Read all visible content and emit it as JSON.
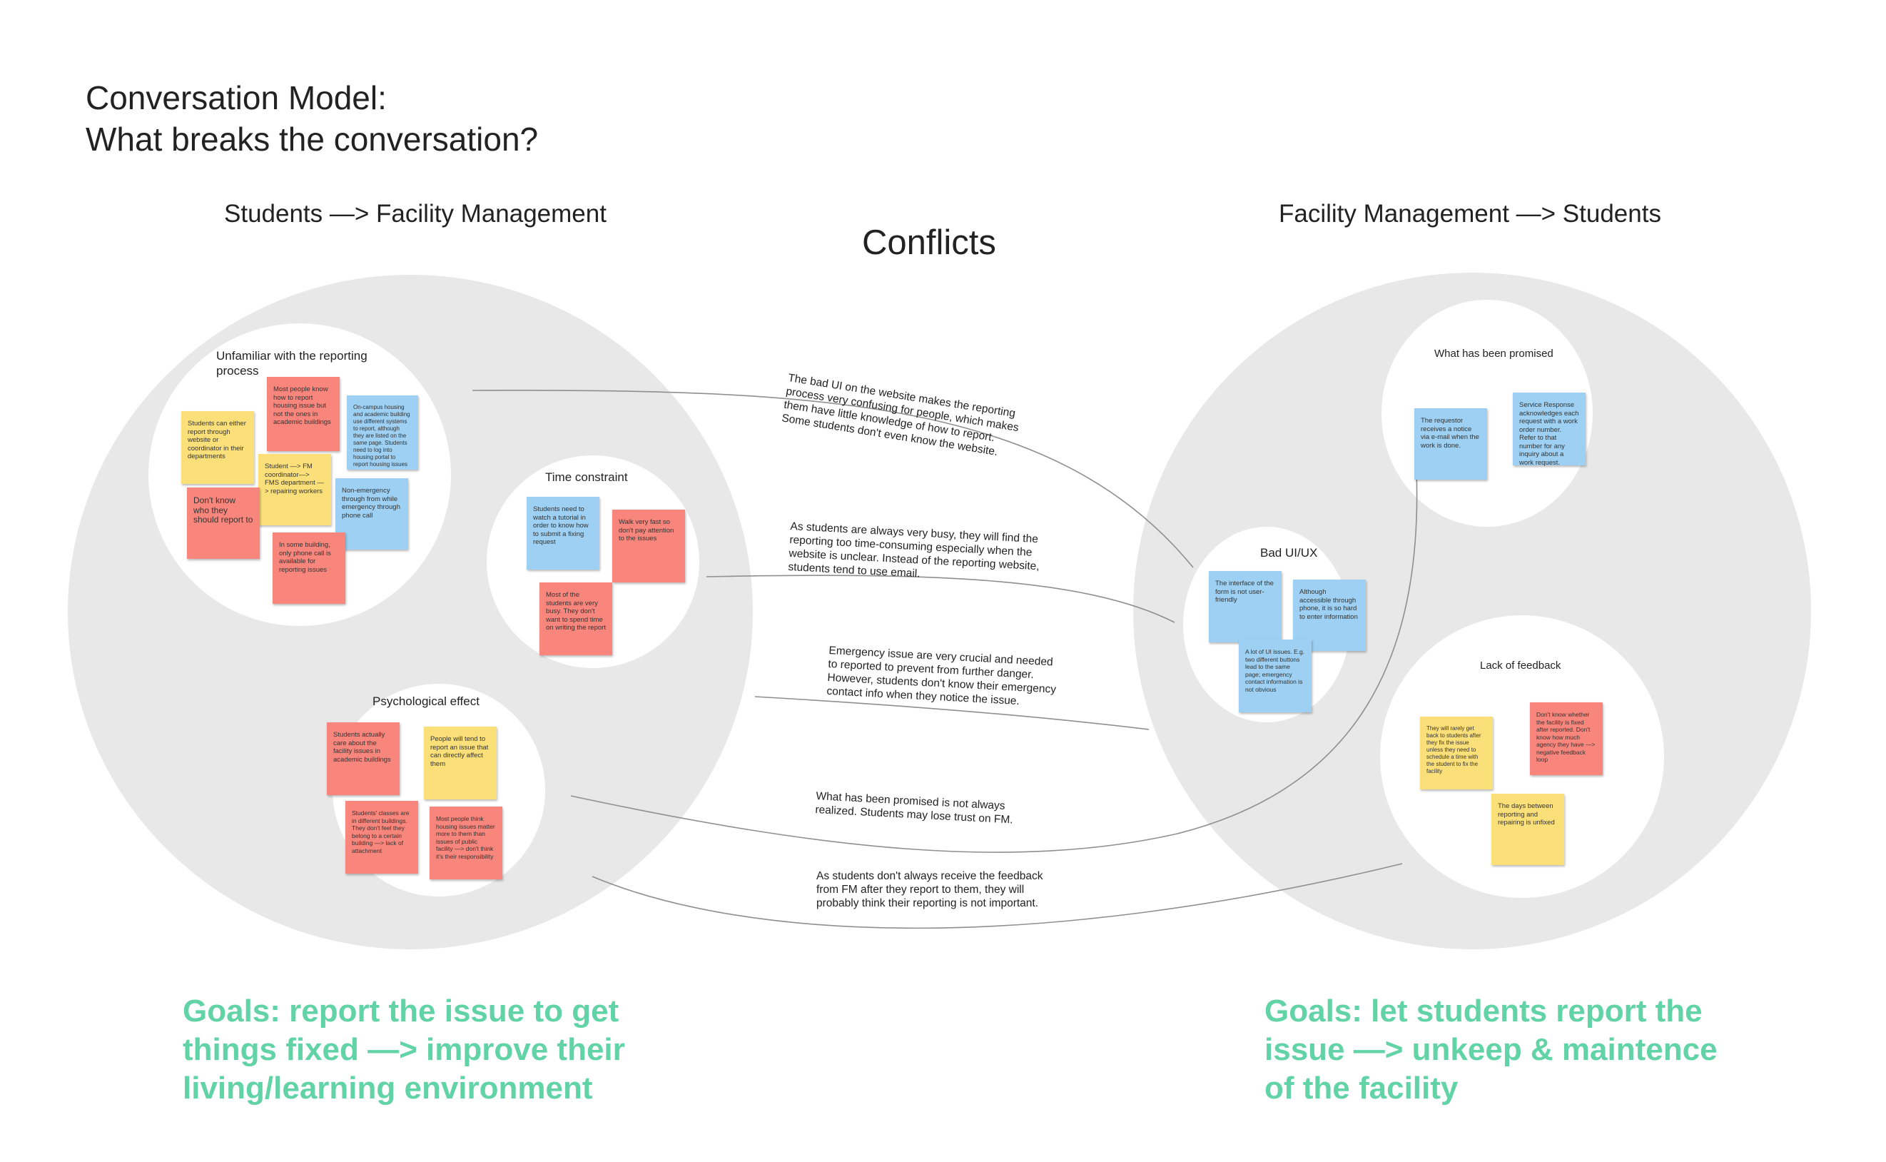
{
  "title": {
    "line1": "Conversation Model:",
    "line2": "What breaks the conversation?"
  },
  "headings": {
    "left": "Students —> Facility Management",
    "right": "Facility Management —> Students",
    "center": "Conflicts"
  },
  "left_groups": {
    "unfamiliar": {
      "label": "Unfamiliar with the reporting process",
      "notes": [
        {
          "color": "red",
          "text": "Most people know how to report housing issue but not the ones in academic buildings"
        },
        {
          "color": "blue",
          "text": "On-campus housing and academic building use different systems to report, although they are listed on the same page. Students need to log into housing portal to report housing issues"
        },
        {
          "color": "yellow",
          "text": "Students can either report through website or coordinator in their departments"
        },
        {
          "color": "yellow",
          "text": "Student —> FM coordinator—> FMS department —> repairing workers"
        },
        {
          "color": "red",
          "text": "Don't know who they should report to"
        },
        {
          "color": "blue",
          "text": "Non-emergency through from while emergency through phone call"
        },
        {
          "color": "red",
          "text": "In some building, only phone call is available for reporting issues"
        }
      ]
    },
    "time": {
      "label": "Time constraint",
      "notes": [
        {
          "color": "blue",
          "text": "Students need to watch a tutorial in order to know how to submit a fixing request"
        },
        {
          "color": "red",
          "text": "Walk very fast so don't pay attention to the issues"
        },
        {
          "color": "red",
          "text": "Most of the students are very busy. They don't want to spend time on writing the report"
        }
      ]
    },
    "psych": {
      "label": "Psychological effect",
      "notes": [
        {
          "color": "red",
          "text": "Students actually care about the facility issues in academic buildings"
        },
        {
          "color": "yellow",
          "text": "People will tend to report an issue that can directly affect them"
        },
        {
          "color": "red",
          "text": "Students' classes are in different buildings. They don't feel they belong to a certain building —> lack of attachment"
        },
        {
          "color": "red",
          "text": "Most people think housing issues matter more to them than issues of public facility —> don't think it's their responsibility"
        }
      ]
    }
  },
  "right_groups": {
    "promised": {
      "label": "What has been promised",
      "notes": [
        {
          "color": "blue",
          "text": "The requestor receives a notice via e-mail when the work is done."
        },
        {
          "color": "blue",
          "text": "Service Response acknowledges each request with a work order number.  Refer to that number for any inquiry about a work request."
        }
      ]
    },
    "badui": {
      "label": "Bad UI/UX",
      "notes": [
        {
          "color": "blue",
          "text": "The interface of the form is not user-friendly"
        },
        {
          "color": "blue",
          "text": "Although accessible through phone, it is so hard to enter information"
        },
        {
          "color": "blue",
          "text": "A lot of UI issues. E.g. two different buttons lead to the same page; emergency contact information is not obvious"
        }
      ]
    },
    "feedback": {
      "label": "Lack of feedback",
      "notes": [
        {
          "color": "yellow",
          "text": "They will rarely get back to students after they fix the issue unless they need to schedule a time with the student to fix the facility"
        },
        {
          "color": "red",
          "text": "Don't know whether the facility is fixed after reported. Don't know how much agency they have —> negative feedback loop"
        },
        {
          "color": "yellow",
          "text": "The days between reporting and repairing is unfixed"
        }
      ]
    }
  },
  "conflicts": [
    "The bad UI on the website makes the reporting process very confusing for people, which makes them have little knowledge of how to report. Some students don't even know the website.",
    "As students are always very busy, they will find the reporting too time-consuming especially when the website is unclear. Instead of the reporting website, students tend to use email.",
    "Emergency issue are very crucial and needed to reported to prevent from further danger. However, students don't know their emergency  contact info when they notice the issue.",
    "What has been promised is not always realized. Students may lose trust on FM.",
    "As students don't always receive the feedback from FM after they report to them, they will probably think their reporting is not important."
  ],
  "goals": {
    "left": "Goals: report the issue to get things fixed —> improve their living/learning environment",
    "right": "Goals: let students report the issue —> unkeep & maintence of the facility"
  },
  "colors": {
    "yellow": "#fbe07a",
    "red": "#f9867c",
    "blue": "#9dd0f2",
    "goal": "#62d3a7",
    "big_circle": "#e8e8e8"
  }
}
